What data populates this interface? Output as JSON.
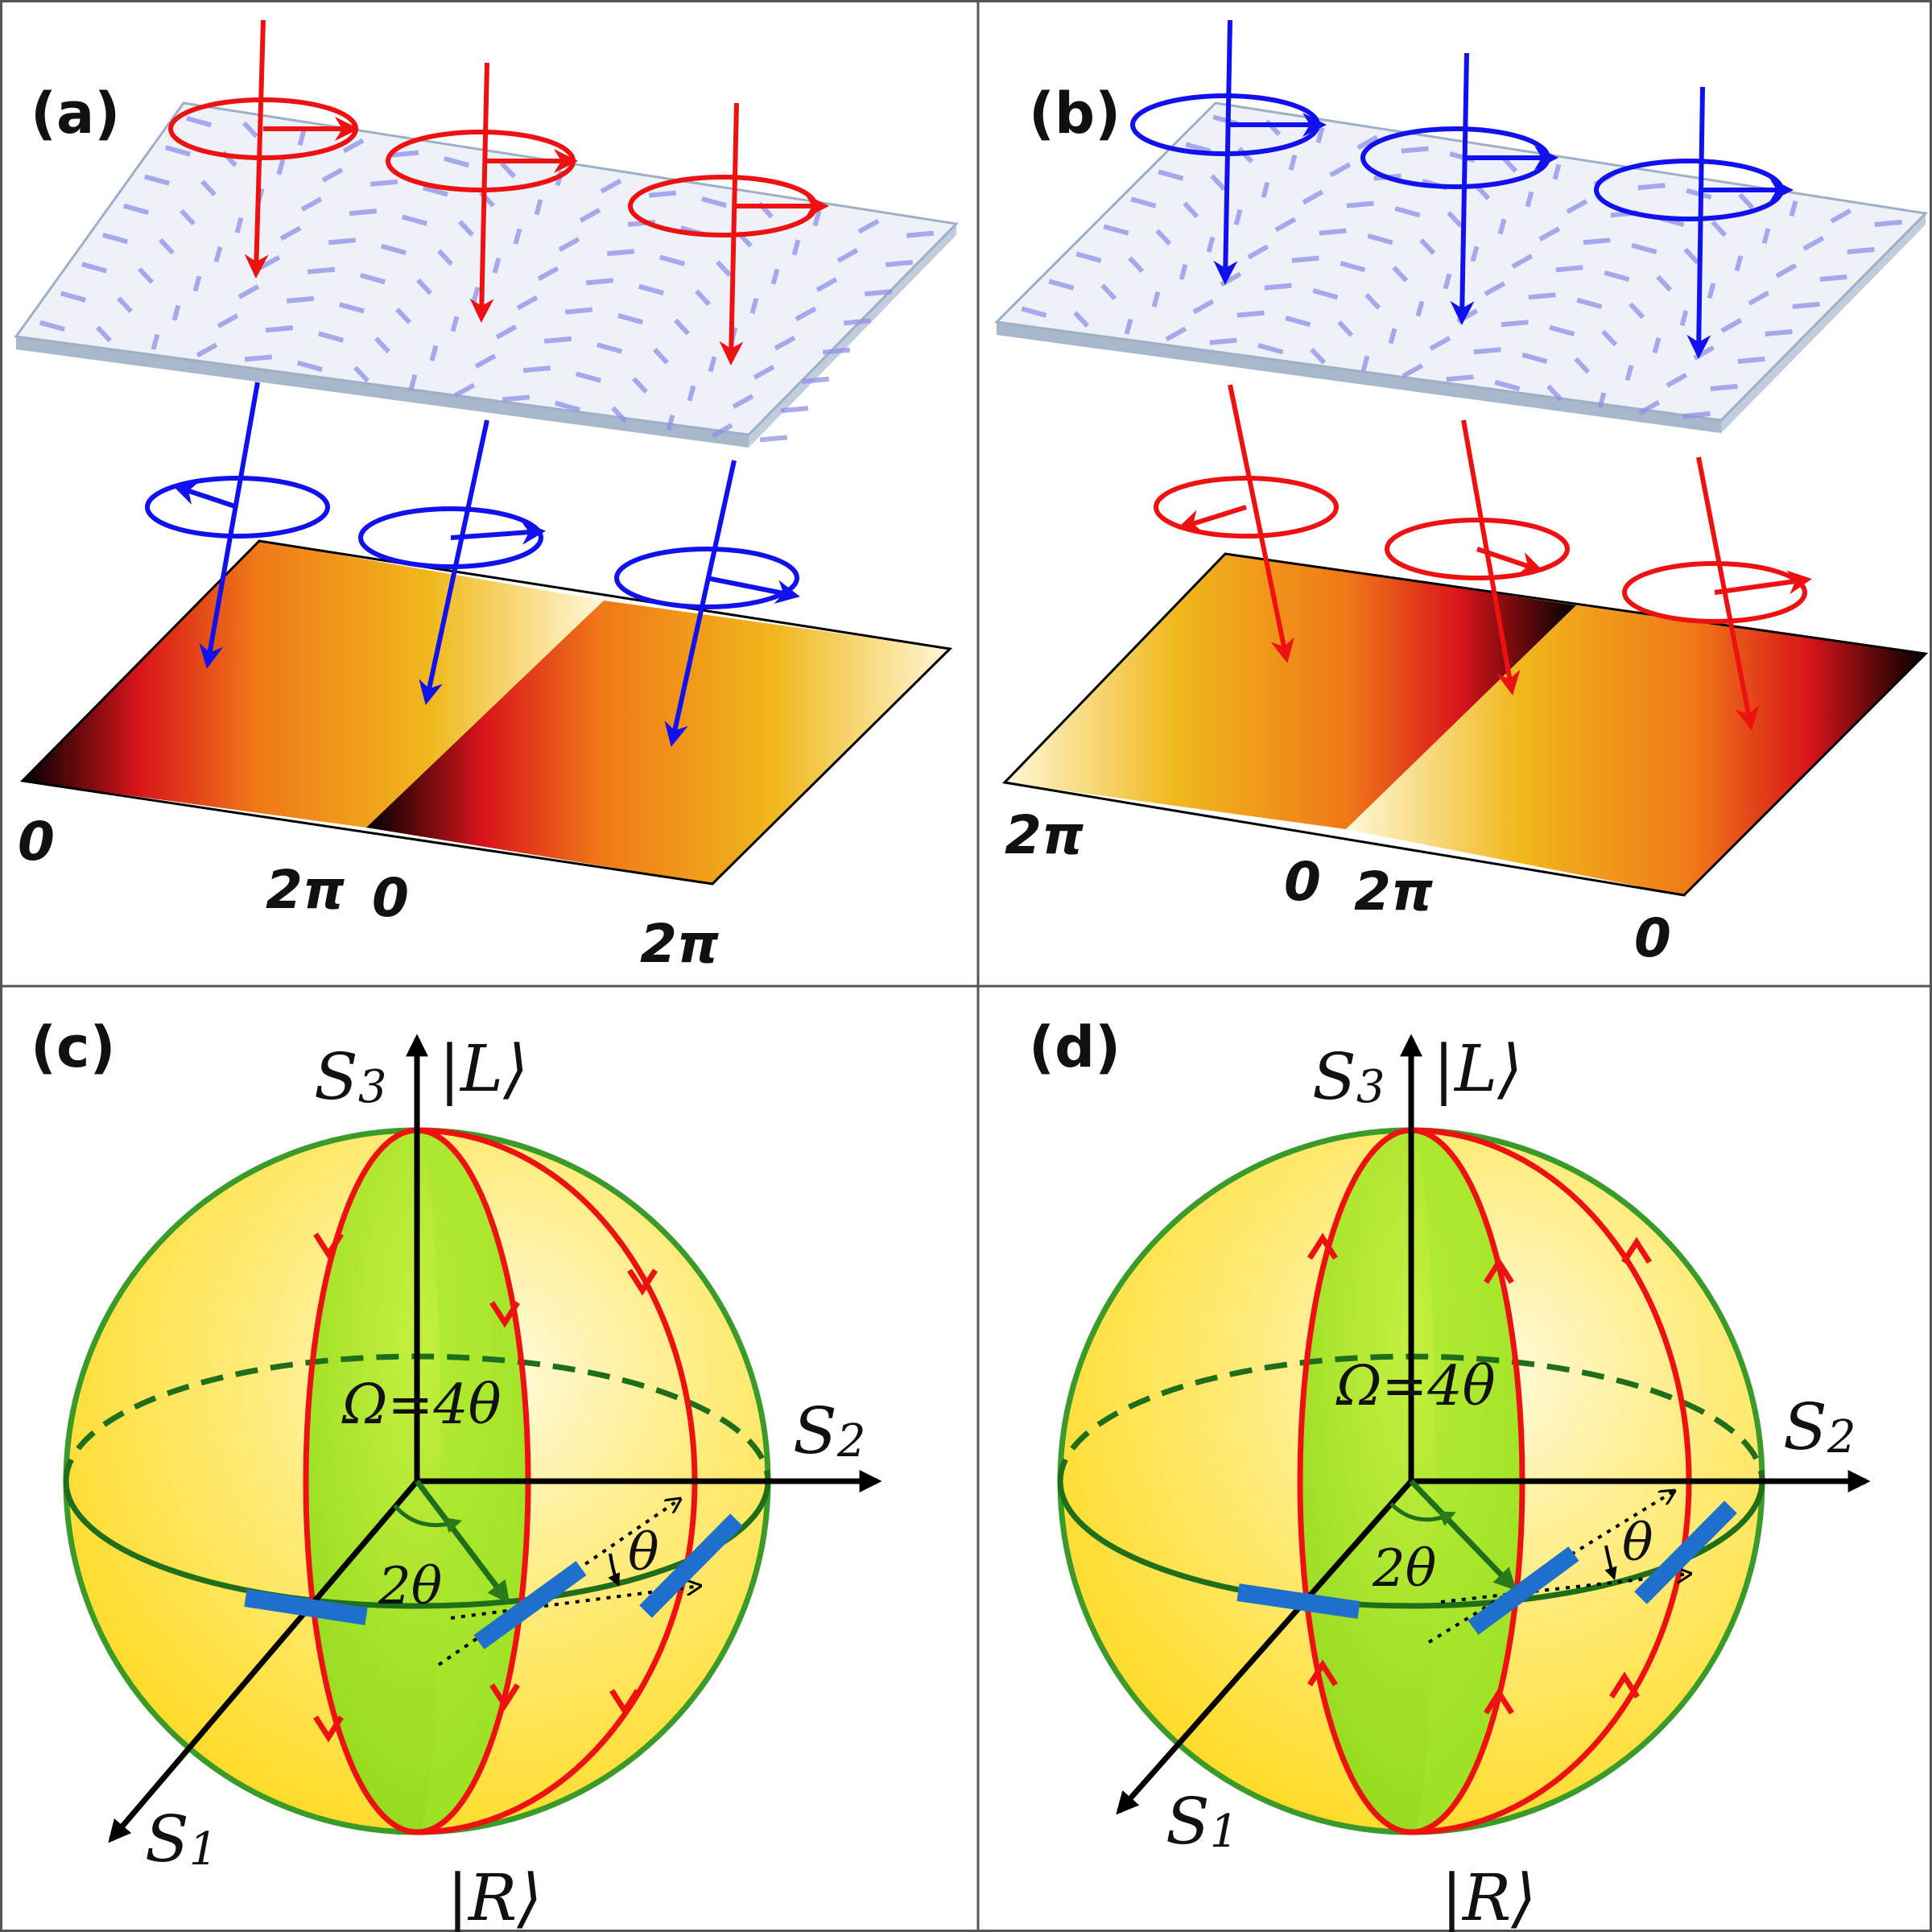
{
  "panels": {
    "a": {
      "label": "(a)",
      "ticks": [
        "0",
        "2π",
        "0",
        "2π"
      ],
      "incident_color": "#ee1111",
      "output_color": "#1111ee"
    },
    "b": {
      "label": "(b)",
      "ticks": [
        "2π",
        "0",
        "2π",
        "0"
      ],
      "incident_color": "#1111ee",
      "output_color": "#ee1111"
    },
    "c": {
      "label": "(c)",
      "s3": "S",
      "s3_sub": "3",
      "s2": "S",
      "s2_sub": "2",
      "s1": "S",
      "s1_sub": "1",
      "ket_L": "|L⟩",
      "ket_R": "|R⟩",
      "omega": "Ω=4θ",
      "two_theta": "2θ",
      "theta": "θ",
      "path_direction": "down"
    },
    "d": {
      "label": "(d)",
      "s3": "S",
      "s3_sub": "3",
      "s2": "S",
      "s2_sub": "2",
      "s1": "S",
      "s1_sub": "1",
      "ket_L": "|L⟩",
      "ket_R": "|R⟩",
      "omega": "Ω=4θ",
      "two_theta": "2θ",
      "theta": "θ",
      "path_direction": "up"
    }
  },
  "colors": {
    "sphere_fill": "#ffe85a",
    "sphere_edge": "#3a9a2a",
    "lens_fill": "#a6e82a",
    "meridian": "#ee1111",
    "waveplate": "#1f6fcc",
    "plate_dash": "#8f8fe8"
  }
}
